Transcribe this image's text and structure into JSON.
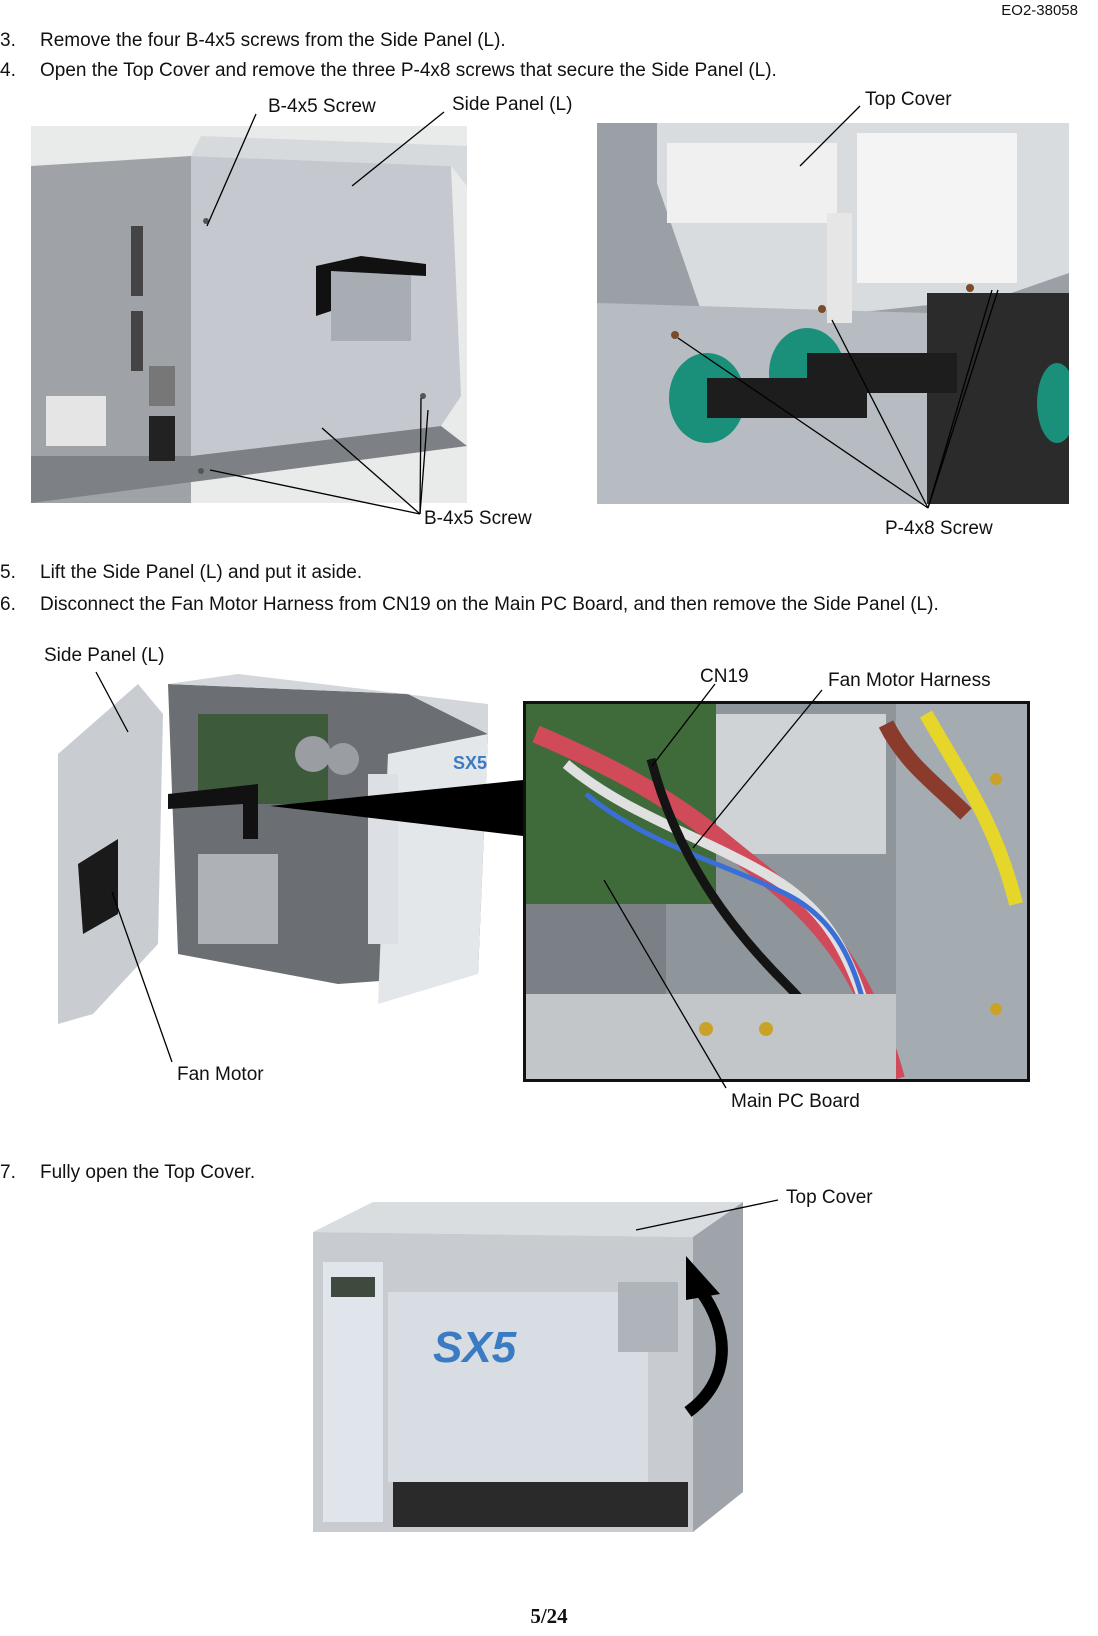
{
  "document_id": "EO2-38058",
  "steps": [
    {
      "num": "3.",
      "text": "Remove the four B-4x5 screws from the Side Panel (L)."
    },
    {
      "num": "4.",
      "text": "Open the Top Cover and remove the three P-4x8 screws that secure the Side Panel (L)."
    },
    {
      "num": "5.",
      "text": "Lift the Side Panel (L) and put it aside."
    },
    {
      "num": "6.",
      "text": "Disconnect the Fan Motor Harness from CN19 on the Main PC Board, and then remove the Side Panel (L)."
    },
    {
      "num": "7.",
      "text": "Fully open the Top Cover."
    }
  ],
  "labels": {
    "b4x5_top": "B-4x5  Screw",
    "side_panel_top": "Side Panel (L)",
    "top_cover_1": "Top  Cover",
    "b4x5_bottom": "B-4x5  Screw",
    "p4x8": "P-4x8  Screw",
    "side_panel_2": "Side  Panel  (L)",
    "cn19": "CN19",
    "fan_motor_harness": "Fan Motor Harness",
    "fan_motor": "Fan Motor",
    "main_pc_board": "Main PC Board",
    "top_cover_2": "Top Cover"
  },
  "printer_logo": "SX5",
  "page_number": "5/24"
}
